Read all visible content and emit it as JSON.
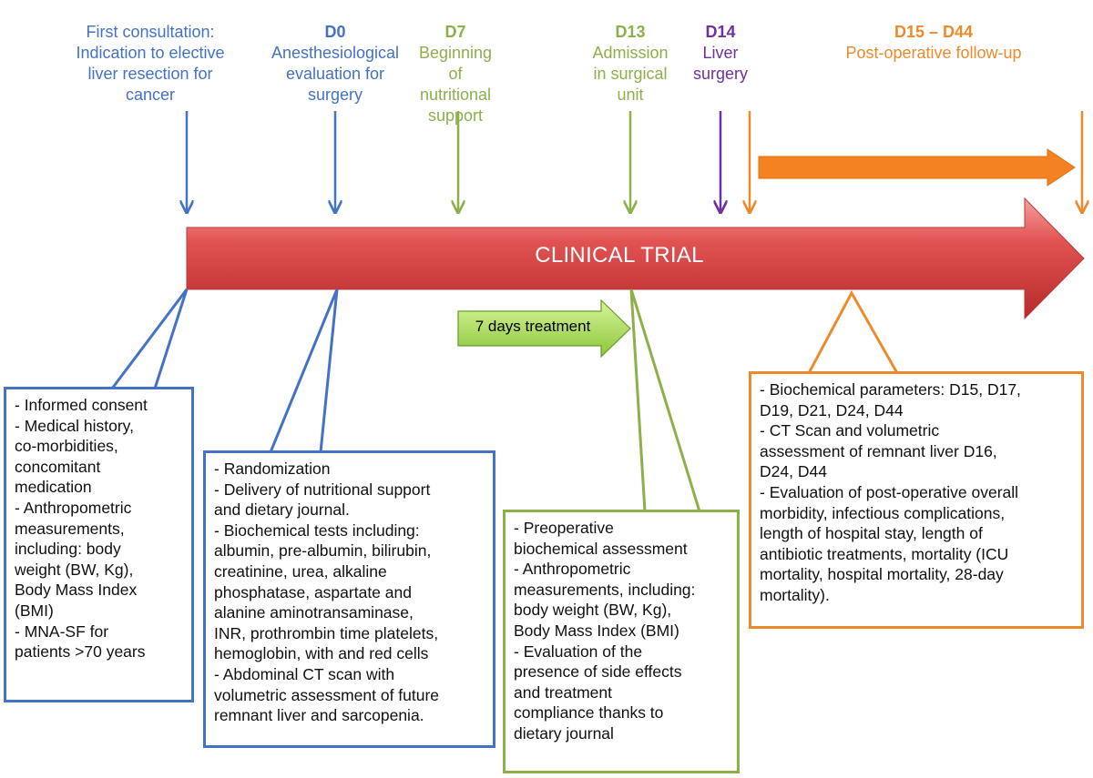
{
  "colors": {
    "blue": "#4472c4",
    "green": "#8db04a",
    "purple": "#7030a0",
    "orange": "#ee8a2c",
    "red_arrow": "#d93b3b",
    "green_arrow": "#a6d94a"
  },
  "milestones": [
    {
      "id": "first",
      "day": "",
      "lines": [
        "First consultation:",
        "Indication to elective",
        "liver resection for",
        "cancer"
      ],
      "color": "blue"
    },
    {
      "id": "d0",
      "day": "D0",
      "lines": [
        "Anesthesiological",
        "evaluation for",
        "surgery"
      ],
      "color": "blue"
    },
    {
      "id": "d7",
      "day": "D7",
      "lines": [
        "Beginning",
        "of",
        "nutritional",
        "support"
      ],
      "color": "green"
    },
    {
      "id": "d13",
      "day": "D13",
      "lines": [
        "Admission",
        "in surgical",
        "unit"
      ],
      "color": "green"
    },
    {
      "id": "d14",
      "day": "D14",
      "lines": [
        "Liver",
        "surgery"
      ],
      "color": "purple"
    },
    {
      "id": "d15",
      "day": "D15 – D44",
      "lines": [
        "Post-operative follow-up"
      ],
      "color": "orange"
    }
  ],
  "trial_label": "CLINICAL TRIAL",
  "treatment_label": "7 days treatment",
  "boxes": [
    {
      "id": "consultation",
      "color": "blue",
      "lines": [
        "- Informed consent",
        "- Medical history,",
        "co-morbidities,",
        "concomitant",
        "medication",
        "- Anthropometric",
        "measurements,",
        "including: body",
        "weight (BW, Kg),",
        "Body Mass Index",
        "(BMI)",
        "- MNA-SF for",
        "patients >70 years"
      ]
    },
    {
      "id": "randomization",
      "color": "blue",
      "lines": [
        "- Randomization",
        "- Delivery of nutritional support",
        "and dietary journal.",
        "- Biochemical tests including:",
        "albumin, pre-albumin, bilirubin,",
        "creatinine, urea, alkaline",
        "phosphatase, aspartate and",
        "alanine aminotransaminase,",
        "INR, prothrombin time  platelets,",
        "hemoglobin, with and red cells",
        "- Abdominal CT scan with",
        "volumetric assessment of future",
        "remnant liver and sarcopenia."
      ]
    },
    {
      "id": "admission",
      "color": "green",
      "lines": [
        "- Preoperative",
        "biochemical assessment",
        "- Anthropometric",
        "measurements, including:",
        "body weight (BW, Kg),",
        "Body Mass Index (BMI)",
        "- Evaluation of the",
        "presence of side effects",
        "and treatment",
        "compliance thanks to",
        "dietary journal"
      ]
    },
    {
      "id": "followup",
      "color": "orange",
      "lines": [
        "- Biochemical parameters: D15, D17,",
        "D19, D21, D24, D44",
        "- CT Scan and volumetric",
        "assessment of remnant liver  D16,",
        "D24, D44",
        "- Evaluation of  post-operative overall",
        "morbidity, infectious complications,",
        "length of hospital stay, length of",
        "antibiotic treatments, mortality (ICU",
        "mortality, hospital mortality, 28-day",
        "mortality)."
      ]
    }
  ]
}
